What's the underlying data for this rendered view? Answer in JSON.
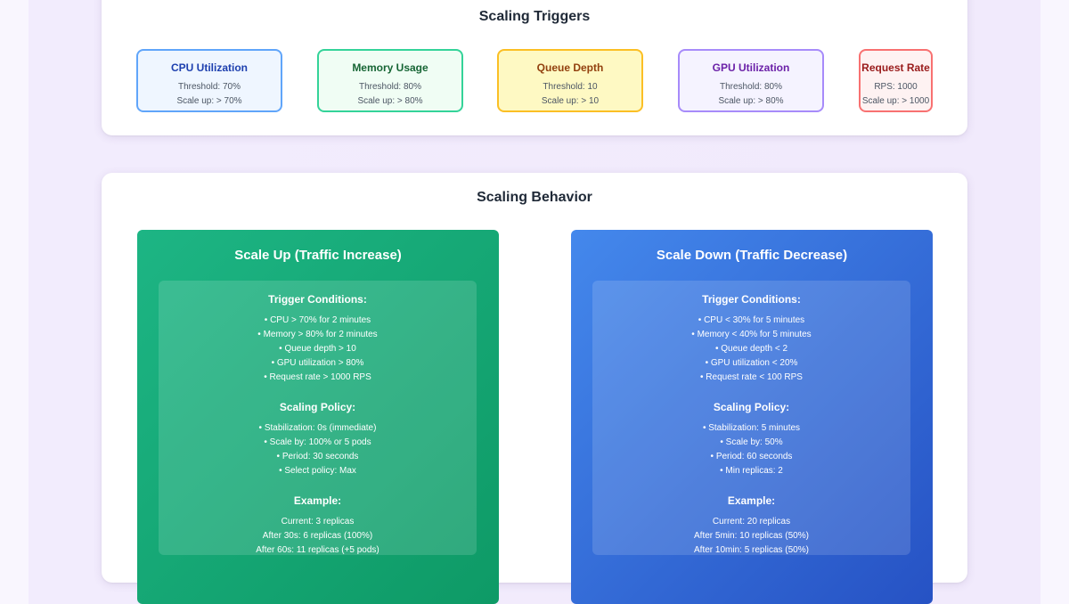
{
  "triggers": {
    "title": "Scaling Triggers",
    "items": [
      {
        "name": "CPU Utilization",
        "line1": "Threshold: 70%",
        "line2": "Scale up: > 70%"
      },
      {
        "name": "Memory Usage",
        "line1": "Threshold: 80%",
        "line2": "Scale up: > 80%"
      },
      {
        "name": "Queue Depth",
        "line1": "Threshold: 10",
        "line2": "Scale up: > 10"
      },
      {
        "name": "GPU Utilization",
        "line1": "Threshold: 80%",
        "line2": "Scale up: > 80%"
      },
      {
        "name": "Request Rate",
        "line1": "RPS: 1000",
        "line2": "Scale up: > 1000"
      }
    ]
  },
  "behavior": {
    "title": "Scaling Behavior",
    "scale_up": {
      "title": "Scale Up (Traffic Increase)",
      "trigger_heading": "Trigger Conditions:",
      "triggers": [
        "• CPU > 70% for 2 minutes",
        "• Memory > 80% for 2 minutes",
        "• Queue depth > 10",
        "• GPU utilization > 80%",
        "• Request rate > 1000 RPS"
      ],
      "policy_heading": "Scaling Policy:",
      "policy": [
        "• Stabilization: 0s (immediate)",
        "• Scale by: 100% or 5 pods",
        "• Period: 30 seconds",
        "• Select policy: Max"
      ],
      "example_heading": "Example:",
      "example": [
        "Current: 3 replicas",
        "After 30s: 6 replicas (100%)",
        "After 60s: 11 replicas (+5 pods)"
      ]
    },
    "scale_down": {
      "title": "Scale Down (Traffic Decrease)",
      "trigger_heading": "Trigger Conditions:",
      "triggers": [
        "• CPU < 30% for 5 minutes",
        "• Memory < 40% for 5 minutes",
        "• Queue depth < 2",
        "• GPU utilization < 20%",
        "• Request rate < 100 RPS"
      ],
      "policy_heading": "Scaling Policy:",
      "policy": [
        "• Stabilization: 5 minutes",
        "• Scale by: 50%",
        "• Period: 60 seconds",
        "• Min replicas: 2"
      ],
      "example_heading": "Example:",
      "example": [
        "Current: 20 replicas",
        "After 5min: 10 replicas (50%)",
        "After 10min: 5 replicas (50%)"
      ]
    }
  }
}
